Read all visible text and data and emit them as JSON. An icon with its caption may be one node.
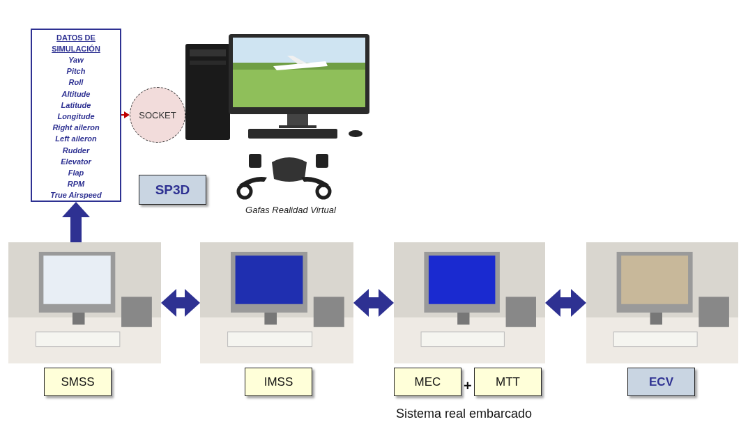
{
  "diagram": {
    "nodes": [
      {
        "text": [
          "DATOS DE SIMULACIÓN",
          "Yaw",
          "Pitch",
          "Roll",
          "Altitude",
          "Latitude",
          "Longitude",
          "Right aileron",
          "Left aileron",
          "Rudder",
          "Elevator",
          "Flap",
          "RPM",
          "True Airspeed"
        ]
      },
      {
        "text": [
          "SOCKET"
        ]
      },
      {
        "text": [],
        "shape": "picture"
      },
      {
        "text": [],
        "shape": "picture",
        "beside": [
          "Gafas Realidad Virtual"
        ]
      },
      {
        "text": [
          "SP3D"
        ]
      },
      {
        "text": [],
        "shape": "picture"
      },
      {
        "text": [],
        "shape": "picture"
      },
      {
        "text": [],
        "shape": "picture"
      },
      {
        "text": [],
        "shape": "picture"
      },
      {
        "text": [
          "SMSS"
        ]
      },
      {
        "text": [
          "IMSS"
        ]
      },
      {
        "text": [
          "MEC"
        ]
      },
      {
        "text": [
          "MTT"
        ]
      },
      {
        "text": [
          "ECV"
        ]
      }
    ],
    "edges": [
      {
        "from": 0,
        "to": 1,
        "arrow": "to",
        "color": "#c00000"
      },
      {
        "from": 5,
        "to": 0,
        "arrow": "to"
      },
      {
        "from": 5,
        "to": 6,
        "arrow": "both"
      },
      {
        "from": 6,
        "to": 7,
        "arrow": "both"
      },
      {
        "from": 7,
        "to": 8,
        "arrow": "both"
      }
    ],
    "labels": [
      "+",
      "Sistema real embarcado"
    ]
  }
}
